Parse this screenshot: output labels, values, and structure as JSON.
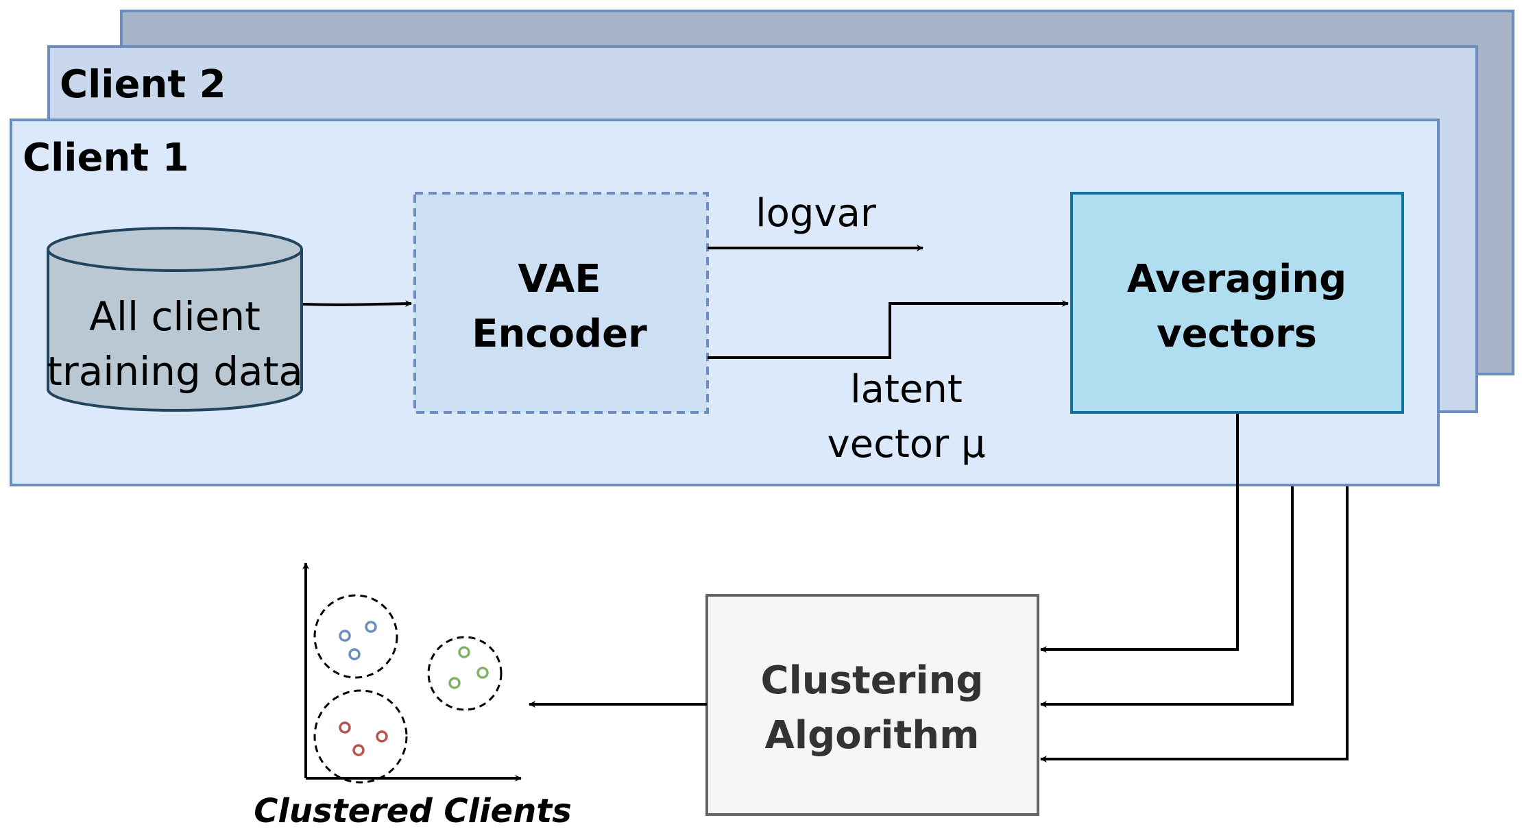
{
  "clients": {
    "client3_label": "",
    "client2_label": "Client 2",
    "client1_label": "Client 1"
  },
  "data_store": {
    "line1": "All client",
    "line2": "training data"
  },
  "encoder": {
    "line1": "VAE",
    "line2": "Encoder"
  },
  "arrows": {
    "logvar": "logvar",
    "latent_line1": "latent",
    "latent_line2": "vector μ"
  },
  "averaging": {
    "line1": "Averaging",
    "line2": "vectors"
  },
  "clustering": {
    "line1": "Clustering",
    "line2": "Algorithm"
  },
  "result": {
    "caption": "Clustered Clients"
  },
  "colors": {
    "client3_fill": "#a9b4c8",
    "client2_fill": "#c9d8ec",
    "client1_fill": "#dbe9fb",
    "client_border": "#6c8ebf",
    "cylinder_fill": "#bac8d3",
    "cylinder_border": "#23445d",
    "encoder_fill": "#cddff2",
    "averaging_fill": "#b1ddf0",
    "averaging_border": "#10739e",
    "clustering_fill": "#f5f5f5",
    "clustering_border": "#666666",
    "cluster_blue": "#6c8ebf",
    "cluster_green": "#82b366",
    "cluster_red": "#b85450"
  }
}
